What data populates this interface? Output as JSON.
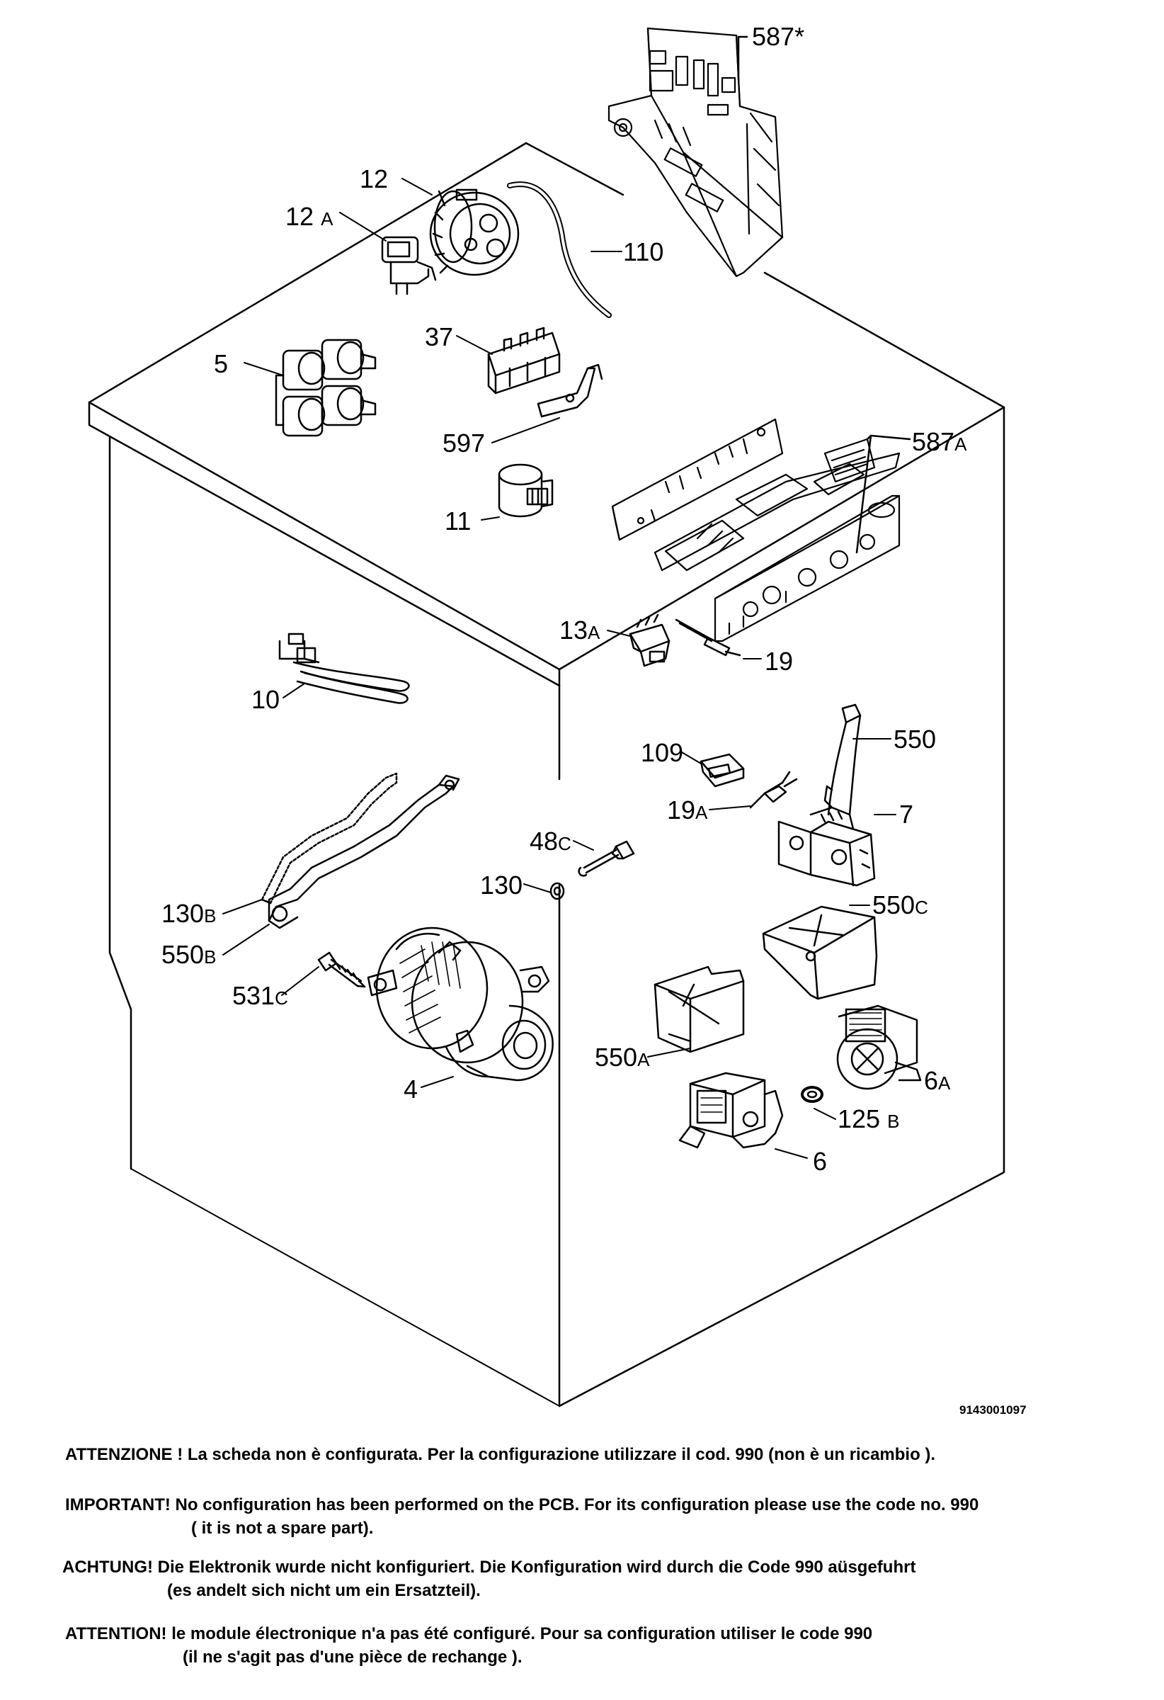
{
  "diagram": {
    "doc_number": "9143001097",
    "parts": [
      {
        "id": "p587s",
        "num": "587",
        "suf": "*"
      },
      {
        "id": "p12",
        "num": "12",
        "suf": ""
      },
      {
        "id": "p12a",
        "num": "12",
        "suf": "A"
      },
      {
        "id": "p110",
        "num": "110",
        "suf": ""
      },
      {
        "id": "p37",
        "num": "37",
        "suf": ""
      },
      {
        "id": "p5",
        "num": "5",
        "suf": ""
      },
      {
        "id": "p597",
        "num": "597",
        "suf": ""
      },
      {
        "id": "p587a",
        "num": "587",
        "suf": "A"
      },
      {
        "id": "p11",
        "num": "11",
        "suf": ""
      },
      {
        "id": "p13a",
        "num": "13",
        "suf": "A"
      },
      {
        "id": "p19",
        "num": "19",
        "suf": ""
      },
      {
        "id": "p10",
        "num": "10",
        "suf": ""
      },
      {
        "id": "p550",
        "num": "550",
        "suf": ""
      },
      {
        "id": "p109",
        "num": "109",
        "suf": ""
      },
      {
        "id": "p19a",
        "num": "19",
        "suf": "A"
      },
      {
        "id": "p7",
        "num": "7",
        "suf": ""
      },
      {
        "id": "p48c",
        "num": "48",
        "suf": "C"
      },
      {
        "id": "p130",
        "num": "130",
        "suf": ""
      },
      {
        "id": "p130b",
        "num": "130",
        "suf": "B"
      },
      {
        "id": "p550c",
        "num": "550",
        "suf": "C"
      },
      {
        "id": "p550b",
        "num": "550",
        "suf": "B"
      },
      {
        "id": "p531c",
        "num": "531",
        "suf": "C"
      },
      {
        "id": "p550a",
        "num": "550",
        "suf": "A"
      },
      {
        "id": "p6a",
        "num": "6",
        "suf": "A"
      },
      {
        "id": "p4",
        "num": "4",
        "suf": ""
      },
      {
        "id": "p125b",
        "num": "125",
        "suf": "B"
      },
      {
        "id": "p6",
        "num": "6",
        "suf": ""
      }
    ]
  },
  "notes": {
    "it": {
      "line1": "ATTENZIONE ! La scheda non è  configurata. Per la configurazione utilizzare il cod. 990 (non è un ricambio )."
    },
    "en": {
      "line1": "IMPORTANT! No configuration has been performed on the PCB. For its configuration please use the code no. 990",
      "line2": "( it is not a spare part)."
    },
    "de": {
      "line1": "ACHTUNG! Die Elektronik wurde nicht konfiguriert. Die Konfiguration wird durch die Code 990 aüsgefuhrt",
      "line2": "(es andelt sich nicht um ein Ersatzteil)."
    },
    "fr": {
      "line1": "ATTENTION! le module électronique n'a pas été configuré. Pour  sa configuration utiliser le code 990",
      "line2": "(il ne s'agit pas d'une pièce de rechange )."
    }
  }
}
